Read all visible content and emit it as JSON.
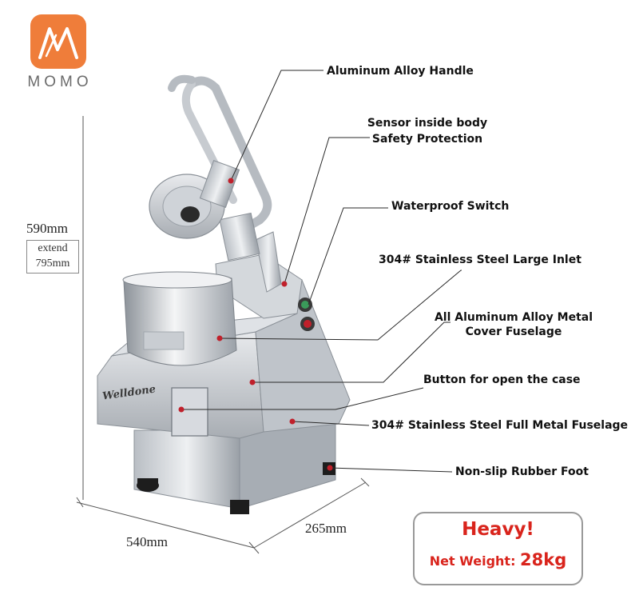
{
  "brand": {
    "name": "MOMO",
    "logo_color": "#ef7d3a",
    "machine_badge": "Welldone"
  },
  "callouts": {
    "handle": "Aluminum Alloy Handle",
    "sensor_line1": "Sensor inside body",
    "sensor_line2": "Safety Protection",
    "switch": "Waterproof Switch",
    "inlet": "304# Stainless Steel Large Inlet",
    "cover_line1": "All Aluminum Alloy Metal",
    "cover_line2": "Cover Fuselage",
    "button": "Button for open the case",
    "fuselage": "304# Stainless Steel Full Metal Fuselage",
    "foot": "Non-slip Rubber Foot"
  },
  "dimensions": {
    "height": "590mm",
    "extend_label": "extend",
    "extend_value": "795mm",
    "width": "540mm",
    "depth": "265mm"
  },
  "weight": {
    "title": "Heavy!",
    "label": "Net Weight:",
    "value": "28kg"
  },
  "colors": {
    "accent_red": "#d9241c",
    "steel": "#c9cdd2",
    "dot_red": "#c0202b"
  }
}
